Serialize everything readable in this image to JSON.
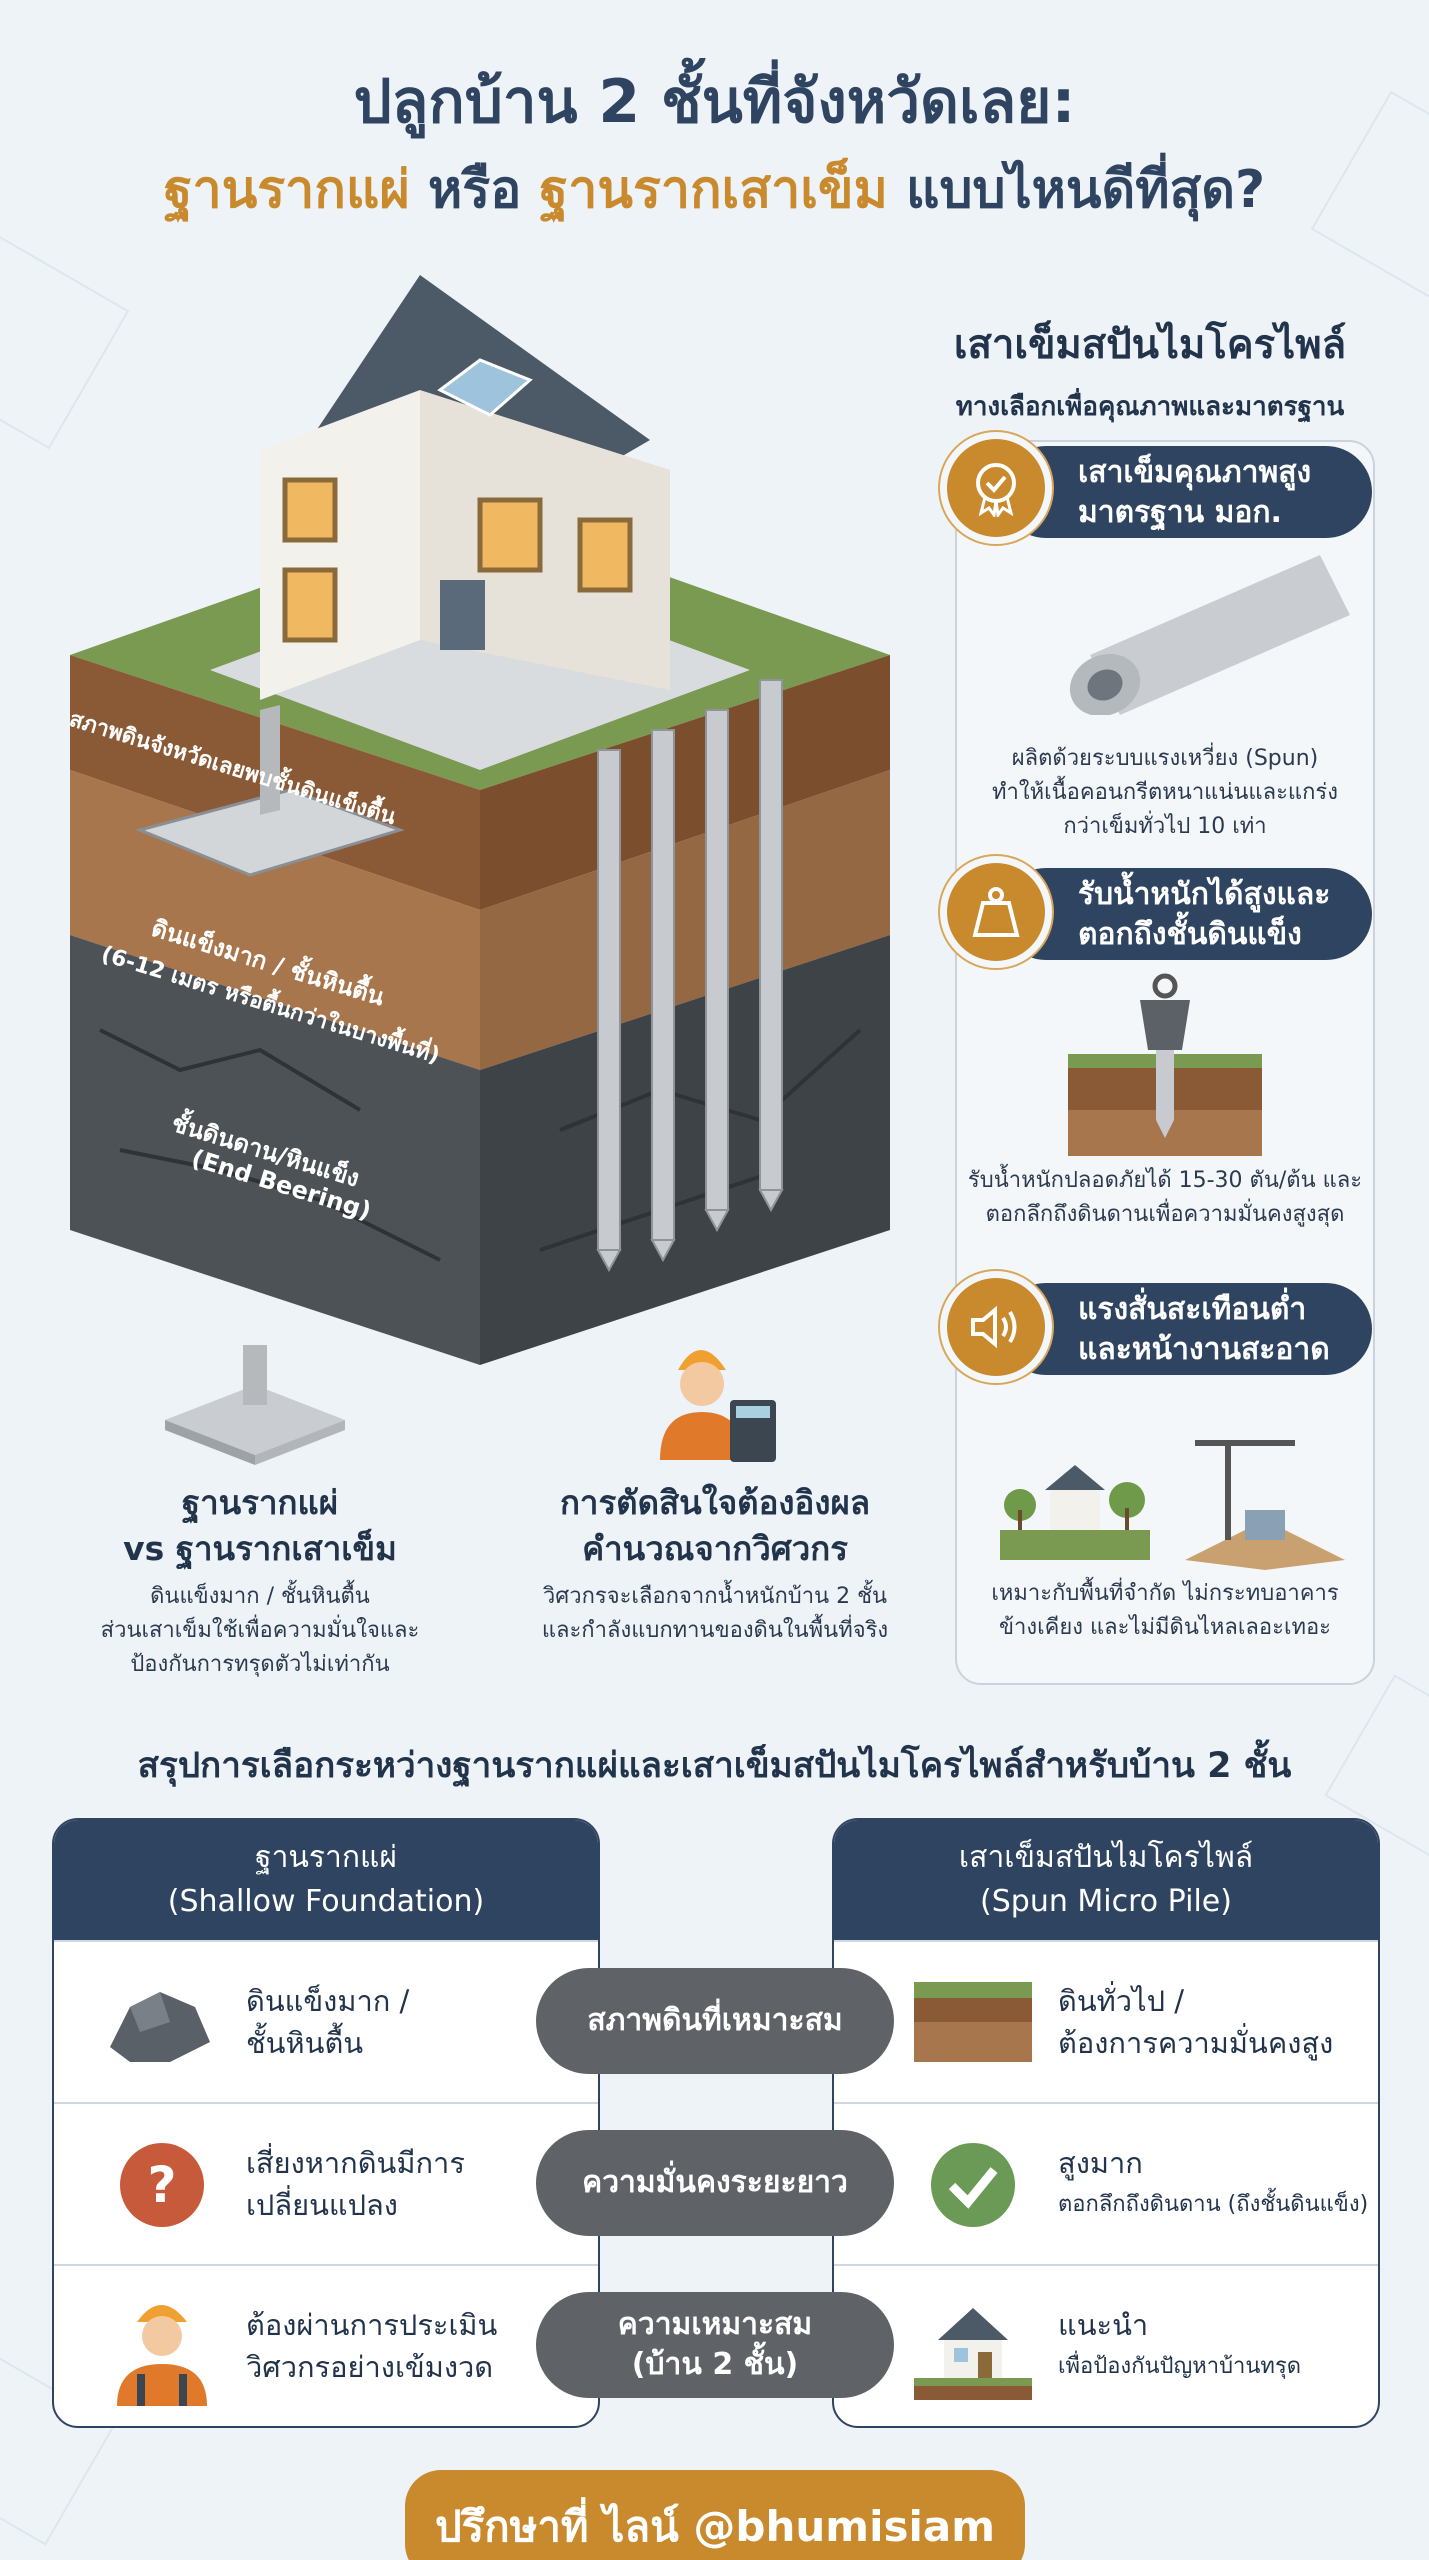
{
  "title": {
    "line1": "ปลูกบ้าน 2 ชั้นที่จังหวัดเลย:",
    "line2_part1": "ฐานรากแผ่",
    "line2_part2": " หรือ ",
    "line2_part3": "ฐานรากเสาเข็ม",
    "line2_part4": " แบบไหนดีที่สุด?"
  },
  "illustration": {
    "label_soil": "สภาพดินจังหวัดเลยพบชั้นดินแข็งตื้น",
    "label_hard_1": "ดินแข็งมาก / ชั้นหินตื้น",
    "label_hard_2": "(6-12 เมตร หรือตื้นกว่าในบางพื้นที่)",
    "label_rock_1": "ชั้นดินดาน/หินแข็ง",
    "label_rock_2": "(End Beering)"
  },
  "right_column": {
    "title": "เสาเข็มสปันไมโครไพล์",
    "subtitle": "ทางเลือกเพื่อคุณภาพและมาตรฐาน",
    "features": [
      {
        "icon": "certificate-ribbon-icon",
        "line1": "เสาเข็มคุณภาพสูง",
        "line2": "มาตรฐาน มอก.",
        "text": [
          "ผลิตด้วยระบบแรงเหวี่ยง (Spun)",
          "ทำให้เนื้อคอนกรีตหนาแน่นและแกร่ง",
          "กว่าเข็มทั่วไป 10 เท่า"
        ]
      },
      {
        "icon": "weight-icon",
        "line1": "รับน้ำหนักได้สูงและ",
        "line2": "ตอกถึงชั้นดินแข็ง",
        "text": [
          "รับน้ำหนักปลอดภัยได้ 15-30 ตัน/ต้น และ",
          "ตอกลึกถึงดินดานเพื่อความมั่นคงสูงสุด"
        ]
      },
      {
        "icon": "speaker-icon",
        "line1": "แรงสั่นสะเทือนต่ำ",
        "line2": "และหน้างานสะอาด",
        "text": [
          "เหมาะกับพื้นที่จำกัด ไม่กระทบอาคาร",
          "ข้างเคียง และไม่มีดินไหลเลอะเทอะ"
        ]
      }
    ]
  },
  "captions": {
    "left_title": [
      "ฐานรากแผ่",
      "vs ฐานรากเสาเข็ม"
    ],
    "left_text": [
      "ดินแข็งมาก / ชั้นหินตื้น",
      "ส่วนเสาเข็มใช้เพื่อความมั่นใจและ",
      "ป้องกันการทรุดตัวไม่เท่ากัน"
    ],
    "mid_title": [
      "การตัดสินใจต้องอิงผล",
      "คำนวณจากวิศวกร"
    ],
    "mid_text": [
      "วิศวกรจะเลือกจากน้ำหนักบ้าน 2 ชั้น",
      "และกำลังแบกทานของดินในพื้นที่จริง"
    ]
  },
  "summary": {
    "title": "สรุปการเลือกระหว่างฐานรากแผ่และเสาเข็มสปันไมโครไพล์สำหรับบ้าน 2 ชั้น",
    "left_head": [
      "ฐานรากแผ่",
      "(Shallow Foundation)"
    ],
    "right_head": [
      "เสาเข็มสปันไมโครไพล์",
      "(Spun Micro Pile)"
    ],
    "criteria": [
      {
        "label": [
          "สภาพดินที่เหมาะสม"
        ],
        "left": [
          "ดินแข็งมาก /",
          "ชั้นหินตื้น"
        ],
        "right": [
          "ดินทั่วไป /",
          "ต้องการความมั่นคงสูง"
        ],
        "right_small": ""
      },
      {
        "label": [
          "ความมั่นคงระยะยาว"
        ],
        "left": [
          "เสี่ยงหากดินมีการ",
          "เปลี่ยนแปลง"
        ],
        "right": [
          "สูงมาก"
        ],
        "right_small": "ตอกลึกถึงดินดาน (ถึงชั้นดินแข็ง)"
      },
      {
        "label": [
          "ความเหมาะสม",
          "(บ้าน 2 ชั้น)"
        ],
        "left": [
          "ต้องผ่านการประเมิน",
          "วิศวกรอย่างเข้มงวด"
        ],
        "right": [
          "แนะนำ"
        ],
        "right_small": "เพื่อป้องกันปัญหาบ้านทรุด"
      }
    ]
  },
  "cta": "ปรึกษาที่ ไลน์ @bhumisiam",
  "colors": {
    "navy": "#2e4461",
    "gold": "#c9892d",
    "grey_pill": "#5f6368",
    "bg": "#eef3f8"
  }
}
